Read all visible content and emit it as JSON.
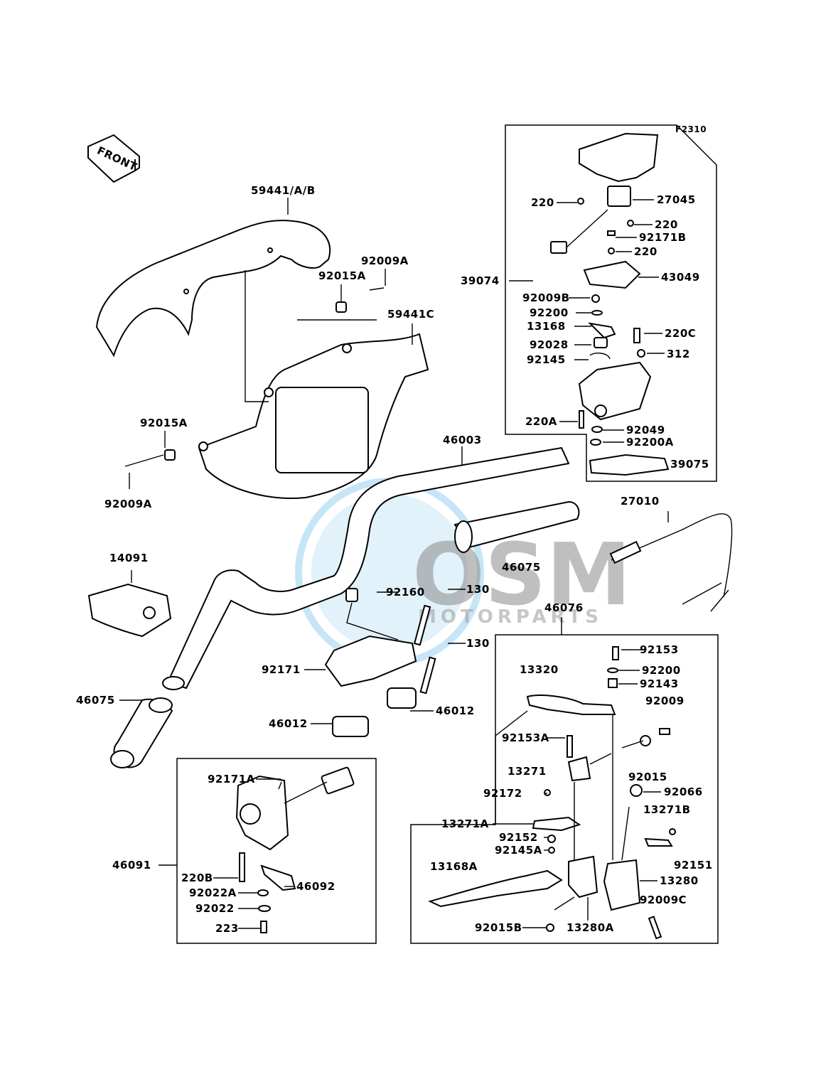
{
  "diagram": {
    "code": "F2310",
    "front_label": "FRONT",
    "watermark": {
      "brand": "OSM",
      "sub": "MOTORPARTS",
      "color": "#5bb8e8"
    },
    "labels": {
      "l59441AB": "59441/A/B",
      "l92009A_1": "92009A",
      "l92015A_1": "92015A",
      "l59441C": "59441C",
      "l92015A_2": "92015A",
      "l92009A_2": "92009A",
      "l46003": "46003",
      "l39074": "39074",
      "l27045": "27045",
      "l220_1": "220",
      "l220_2": "220",
      "l92171B": "92171B",
      "l220_3": "220",
      "l43049": "43049",
      "l92009B": "92009B",
      "l92200_1": "92200",
      "l13168": "13168",
      "l220C": "220C",
      "l92028": "92028",
      "l312": "312",
      "l92145": "92145",
      "l220A": "220A",
      "l92049": "92049",
      "l92200A": "92200A",
      "l39075": "39075",
      "l27010": "27010",
      "l14091": "14091",
      "l46075_1": "46075",
      "l92160": "92160",
      "l130_1": "130",
      "l130_2": "130",
      "l46076": "46076",
      "l92171": "92171",
      "l46075_2": "46075",
      "l46012_1": "46012",
      "l46012_2": "46012",
      "l92153": "92153",
      "l13320": "13320",
      "l92200_2": "92200",
      "l92143": "92143",
      "l92009": "92009",
      "l92153A": "92153A",
      "l13271": "13271",
      "l92015": "92015",
      "l92172": "92172",
      "l92066": "92066",
      "l13271B": "13271B",
      "l13271A": "13271A",
      "l92152": "92152",
      "l92145A": "92145A",
      "l92151": "92151",
      "l13168A": "13168A",
      "l13280": "13280",
      "l92009C": "92009C",
      "l92015B": "92015B",
      "l13280A": "13280A",
      "l92171A": "92171A",
      "l46091": "46091",
      "l220B": "220B",
      "l46092": "46092",
      "l92022A": "92022A",
      "l92022": "92022",
      "l223": "223"
    }
  }
}
